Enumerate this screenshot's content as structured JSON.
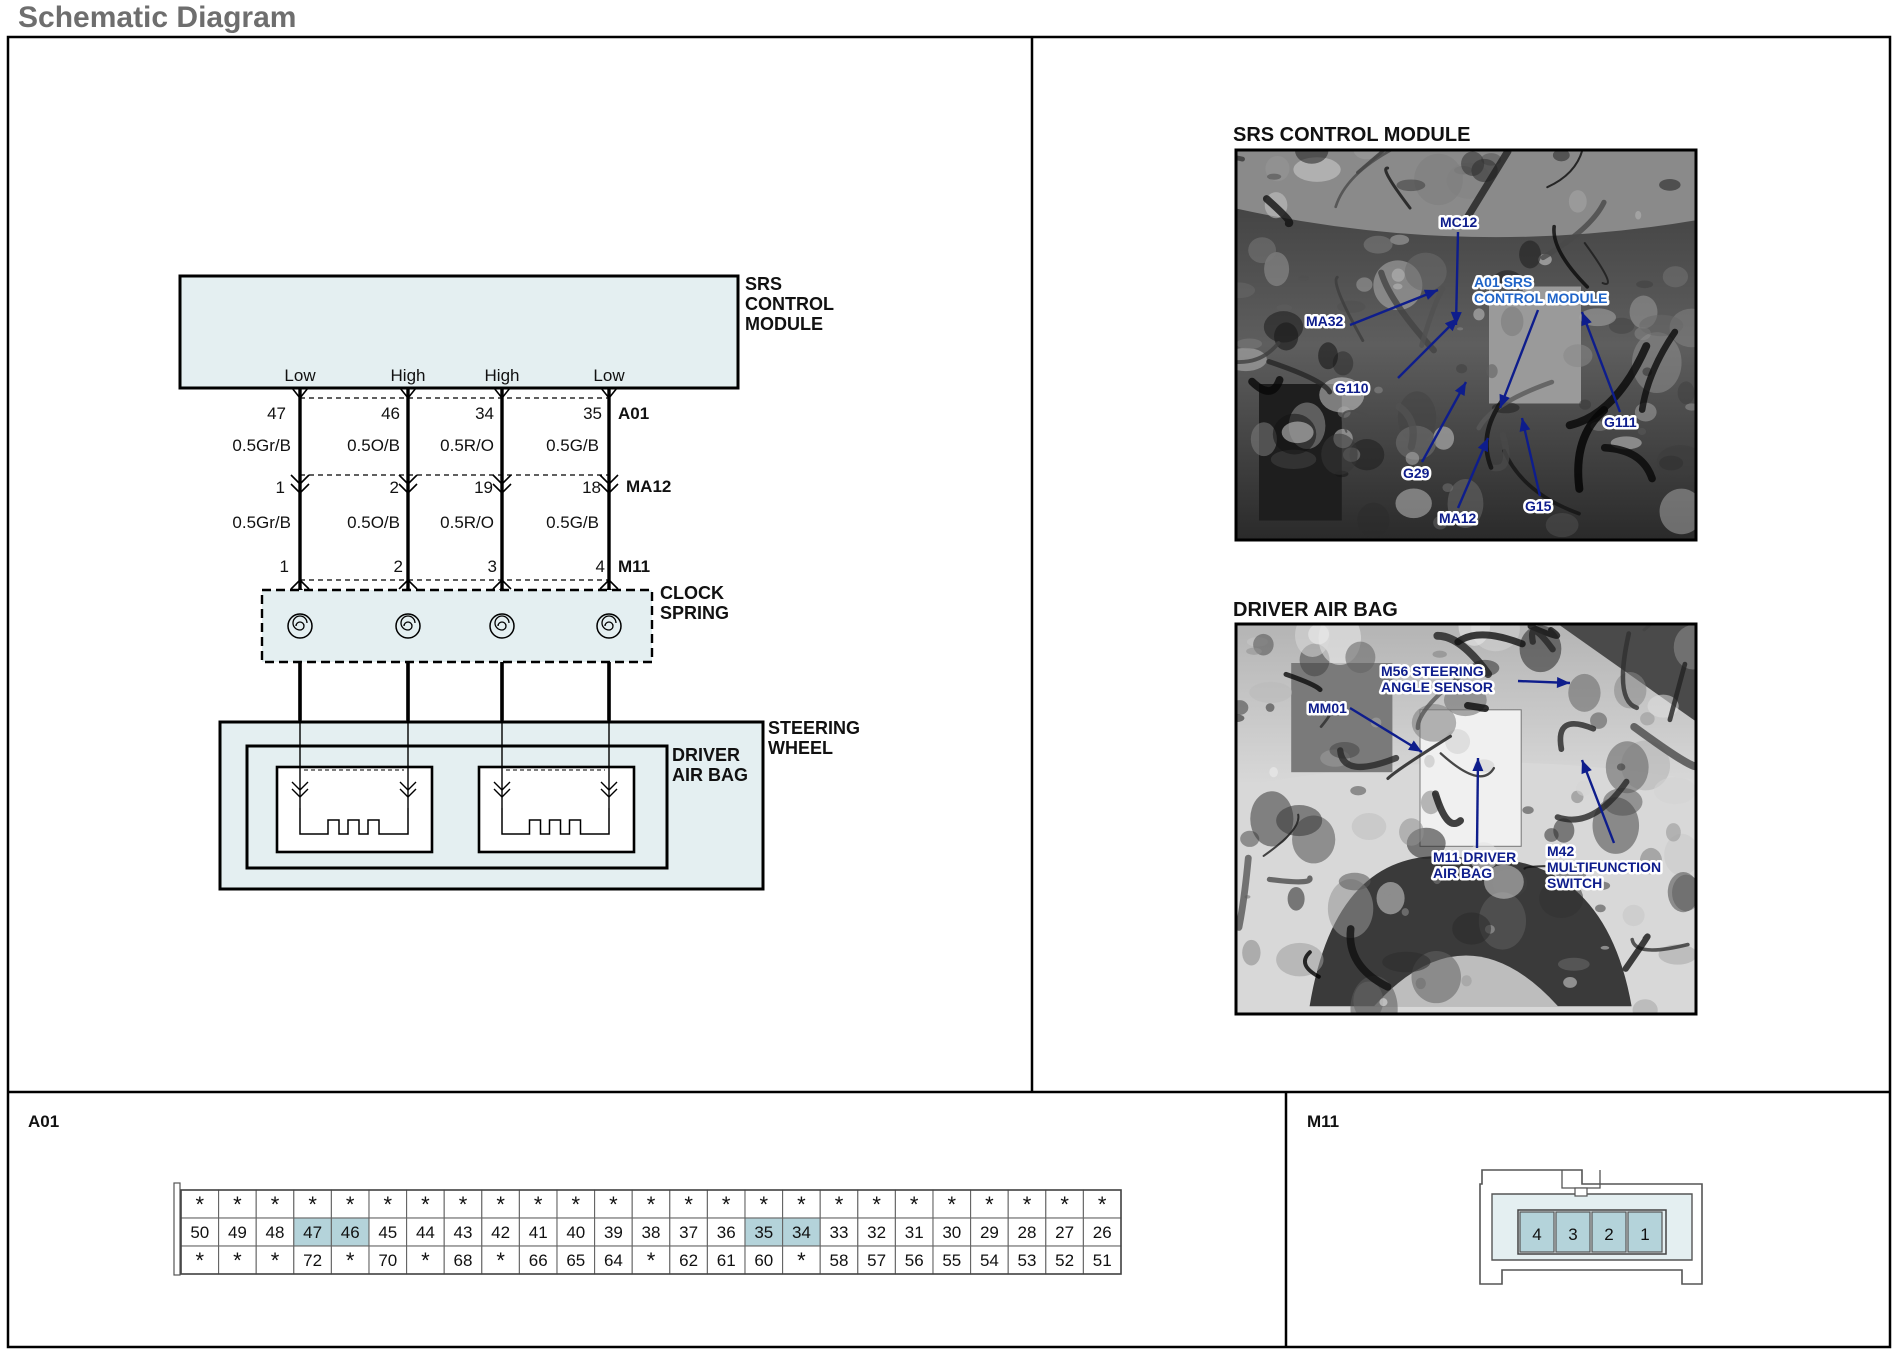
{
  "header": {
    "title": "Schematic Diagram"
  },
  "schematic": {
    "module_label": [
      "SRS",
      "CONTROL",
      "MODULE"
    ],
    "pin_levels": [
      "Low",
      "High",
      "High",
      "Low"
    ],
    "a01": {
      "name": "A01",
      "pins": [
        "47",
        "46",
        "34",
        "35"
      ]
    },
    "wires_upper": [
      "0.5Gr/B",
      "0.5O/B",
      "0.5R/O",
      "0.5G/B"
    ],
    "ma12": {
      "name": "MA12",
      "pins": [
        "1",
        "2",
        "19",
        "18"
      ]
    },
    "wires_lower": [
      "0.5Gr/B",
      "0.5O/B",
      "0.5R/O",
      "0.5G/B"
    ],
    "m11": {
      "name": "M11",
      "pins": [
        "1",
        "2",
        "3",
        "4"
      ]
    },
    "clock_spring_label": [
      "CLOCK",
      "SPRING"
    ],
    "steering_wheel_label": [
      "STEERING",
      "WHEEL"
    ],
    "driver_air_bag_label": [
      "DRIVER",
      "AIR BAG"
    ]
  },
  "photos": {
    "srs": {
      "title": "SRS CONTROL MODULE",
      "labels": [
        "MC12",
        "A01 SRS",
        "CONTROL MODULE",
        "MA32",
        "G110",
        "G111",
        "G29",
        "MA12",
        "G15"
      ]
    },
    "dab": {
      "title": "DRIVER AIR BAG",
      "labels": [
        "M56 STEERING",
        "ANGLE SENSOR",
        "MM01",
        "M11 DRIVER",
        "AIR BAG",
        "M42",
        "MULTIFUNCTION",
        "SWITCH"
      ]
    }
  },
  "connectors": {
    "a01": {
      "title": "A01",
      "rows": [
        [
          "*",
          "*",
          "*",
          "*",
          "*",
          "*",
          "*",
          "*",
          "*",
          "*",
          "*",
          "*",
          "*",
          "*",
          "*",
          "*",
          "*",
          "*",
          "*",
          "*",
          "*",
          "*",
          "*",
          "*",
          "*"
        ],
        [
          "50",
          "49",
          "48",
          "47",
          "46",
          "45",
          "44",
          "43",
          "42",
          "41",
          "40",
          "39",
          "38",
          "37",
          "36",
          "35",
          "34",
          "33",
          "32",
          "31",
          "30",
          "29",
          "28",
          "27",
          "26"
        ],
        [
          "*",
          "*",
          "*",
          "72",
          "*",
          "70",
          "*",
          "68",
          "*",
          "66",
          "65",
          "64",
          "*",
          "62",
          "61",
          "60",
          "*",
          "58",
          "57",
          "56",
          "55",
          "54",
          "53",
          "52",
          "51"
        ]
      ],
      "highlighted": [
        "47",
        "46",
        "35",
        "34"
      ]
    },
    "m11": {
      "title": "M11",
      "pins": [
        "4",
        "3",
        "2",
        "1"
      ]
    }
  },
  "colors": {
    "fill": "#e4eff1",
    "pin_highlight": "#b4d3da",
    "callout_navy": "#0e1d8c",
    "callout_blue": "#1f64c8",
    "title_gray": "#6e6e6e"
  }
}
